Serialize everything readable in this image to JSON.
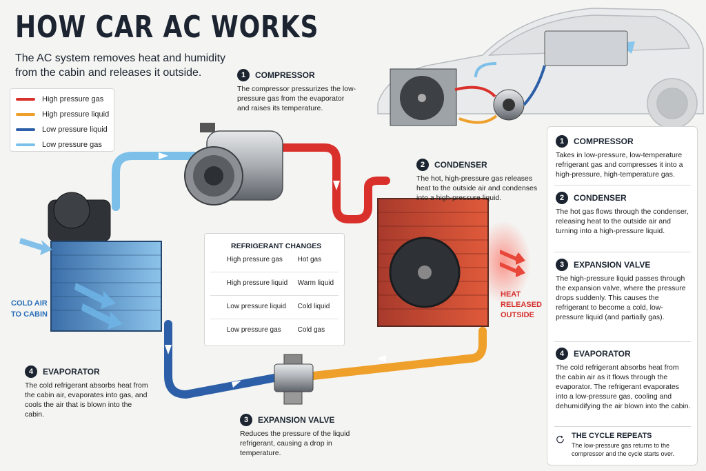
{
  "title": "HOW CAR AC WORKS",
  "subtitle": "The AC system removes heat and humidity from the cabin and releases it outside.",
  "legend": [
    {
      "label": "High pressure gas",
      "color": "#d9302b"
    },
    {
      "label": "High pressure liquid",
      "color": "#eea02a"
    },
    {
      "label": "Low pressure liquid",
      "color": "#2c5fa8"
    },
    {
      "label": "Low pressure gas",
      "color": "#7cc0ea"
    }
  ],
  "steps": {
    "compressor": {
      "num": "1",
      "title": "COMPRESSOR",
      "text": "The compressor pressurizes the low-pressure gas from the evaporator and raises its temperature."
    },
    "condenser": {
      "num": "2",
      "title": "CONDENSER",
      "text": "The hot, high-pressure gas releases heat to the outside air and condenses into a high-pressure liquid."
    },
    "expansion": {
      "num": "3",
      "title": "EXPANSION VALVE",
      "text": "Reduces the pressure of the liquid refrigerant, causing a drop in temperature."
    },
    "evaporator": {
      "num": "4",
      "title": "EVAPORATOR",
      "text": "The cold refrigerant absorbs heat from the cabin air, evaporates into gas, and cools the air that is blown into the cabin."
    }
  },
  "refrigerant_changes": {
    "title": "REFRIGERANT CHANGES",
    "rows": [
      {
        "state": "High pressure gas",
        "temp": "Hot gas",
        "color": "#d9302b"
      },
      {
        "state": "High pressure liquid",
        "temp": "Warm liquid",
        "color": "#eea02a"
      },
      {
        "state": "Low pressure liquid",
        "temp": "Cold liquid",
        "color": "#2c5fa8"
      },
      {
        "state": "Low pressure gas",
        "temp": "Cold gas",
        "color": "#7cc0ea"
      }
    ]
  },
  "labels": {
    "heat_line1": "HEAT",
    "heat_line2": "RELEASED",
    "heat_line3": "OUTSIDE",
    "cold_line1": "COLD AIR",
    "cold_line2": "TO CABIN"
  },
  "side_panel": {
    "sections": [
      {
        "num": "1",
        "title": "COMPRESSOR",
        "text": "Takes in low-pressure, low-temperature refrigerant gas and compresses it into a high-pressure, high-temperature gas."
      },
      {
        "num": "2",
        "title": "CONDENSER",
        "text": "The hot gas flows through the condenser, releasing heat to the outside air and turning into a high-pressure liquid."
      },
      {
        "num": "3",
        "title": "EXPANSION VALVE",
        "text": "The high-pressure liquid passes through the expansion valve, where the pressure drops suddenly. This causes the refrigerant to become a cold, low-pressure liquid (and partially gas)."
      },
      {
        "num": "4",
        "title": "EVAPORATOR",
        "text": "The cold refrigerant absorbs heat from the cabin air as it flows through the evaporator. The refrigerant evaporates into a low-pressure gas, cooling and dehumidifying the air blown into the cabin."
      }
    ],
    "repeat_title": "THE CYCLE REPEATS",
    "repeat_text": "The low-pressure gas returns to the compressor and the cycle starts over."
  }
}
